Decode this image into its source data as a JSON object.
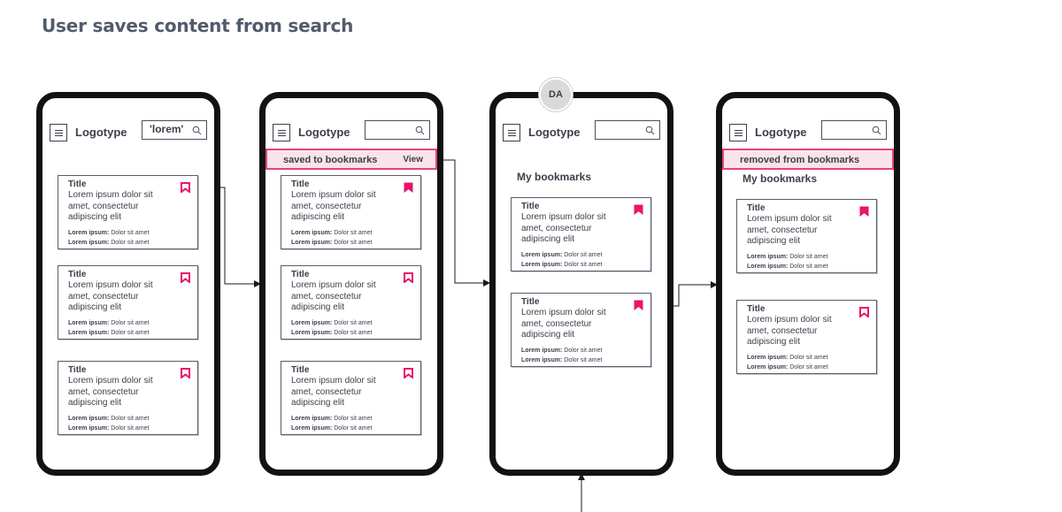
{
  "title": "User saves content from search",
  "avatar_initials": "DA",
  "phones": [
    {
      "logo": "Logotype",
      "search_value": "'lorem'",
      "cards": [
        {
          "title": "Title",
          "body": "Lorem ipsum dolor sit amet, consectetur adipiscing elit",
          "meta": [
            {
              "label": "Lorem ipsum:",
              "text": "Dolor sit amet"
            },
            {
              "label": "Lorem ipsum:",
              "text": "Dolor sit amet"
            }
          ],
          "bookmarked": false
        },
        {
          "title": "Title",
          "body": "Lorem ipsum dolor sit amet, consectetur adipiscing elit",
          "meta": [
            {
              "label": "Lorem ipsum:",
              "text": "Dolor sit amet"
            },
            {
              "label": "Lorem ipsum:",
              "text": "Dolor sit amet"
            }
          ],
          "bookmarked": false
        },
        {
          "title": "Title",
          "body": "Lorem ipsum dolor sit amet, consectetur adipiscing elit",
          "meta": [
            {
              "label": "Lorem ipsum:",
              "text": "Dolor sit amet"
            },
            {
              "label": "Lorem ipsum:",
              "text": "Dolor sit amet"
            }
          ],
          "bookmarked": false
        }
      ]
    },
    {
      "logo": "Logotype",
      "search_value": "",
      "toast": {
        "text": "saved to bookmarks",
        "action": "View"
      },
      "cards": [
        {
          "title": "Title",
          "body": "Lorem ipsum dolor sit amet, consectetur adipiscing elit",
          "meta": [
            {
              "label": "Lorem ipsum:",
              "text": "Dolor sit amet"
            },
            {
              "label": "Lorem ipsum:",
              "text": "Dolor sit amet"
            }
          ],
          "bookmarked": true
        },
        {
          "title": "Title",
          "body": "Lorem ipsum dolor sit amet, consectetur adipiscing elit",
          "meta": [
            {
              "label": "Lorem ipsum:",
              "text": "Dolor sit amet"
            },
            {
              "label": "Lorem ipsum:",
              "text": "Dolor sit amet"
            }
          ],
          "bookmarked": false
        },
        {
          "title": "Title",
          "body": "Lorem ipsum dolor sit amet, consectetur adipiscing elit",
          "meta": [
            {
              "label": "Lorem ipsum:",
              "text": "Dolor sit amet"
            },
            {
              "label": "Lorem ipsum:",
              "text": "Dolor sit amet"
            }
          ],
          "bookmarked": false
        }
      ]
    },
    {
      "logo": "Logotype",
      "search_value": "",
      "section_title": "My bookmarks",
      "cards": [
        {
          "title": "Title",
          "body": "Lorem ipsum dolor sit amet, consectetur adipiscing elit",
          "meta": [
            {
              "label": "Lorem ipsum:",
              "text": "Dolor sit amet"
            },
            {
              "label": "Lorem ipsum:",
              "text": "Dolor sit amet"
            }
          ],
          "bookmarked": true
        },
        {
          "title": "Title",
          "body": "Lorem ipsum dolor sit amet, consectetur adipiscing elit",
          "meta": [
            {
              "label": "Lorem ipsum:",
              "text": "Dolor sit amet"
            },
            {
              "label": "Lorem ipsum:",
              "text": "Dolor sit amet"
            }
          ],
          "bookmarked": true
        }
      ]
    },
    {
      "logo": "Logotype",
      "search_value": "",
      "toast": {
        "text": "removed from bookmarks",
        "action": ""
      },
      "section_title": "My bookmarks",
      "cards": [
        {
          "title": "Title",
          "body": "Lorem ipsum dolor sit amet, consectetur adipiscing elit",
          "meta": [
            {
              "label": "Lorem ipsum:",
              "text": "Dolor sit amet"
            },
            {
              "label": "Lorem ipsum:",
              "text": "Dolor sit amet"
            }
          ],
          "bookmarked": true
        },
        {
          "title": "Title",
          "body": "Lorem ipsum dolor sit amet, consectetur adipiscing elit",
          "meta": [
            {
              "label": "Lorem ipsum:",
              "text": "Dolor sit amet"
            },
            {
              "label": "Lorem ipsum:",
              "text": "Dolor sit amet"
            }
          ],
          "bookmarked": false
        }
      ]
    }
  ],
  "icons": {
    "menu": "hamburger-menu-icon",
    "search": "search-icon",
    "bookmark": "bookmark-icon"
  },
  "colors": {
    "accent": "#e8146a",
    "toast_bg": "#fbe3ea",
    "text": "#3b3f4a",
    "frame": "#121212"
  }
}
